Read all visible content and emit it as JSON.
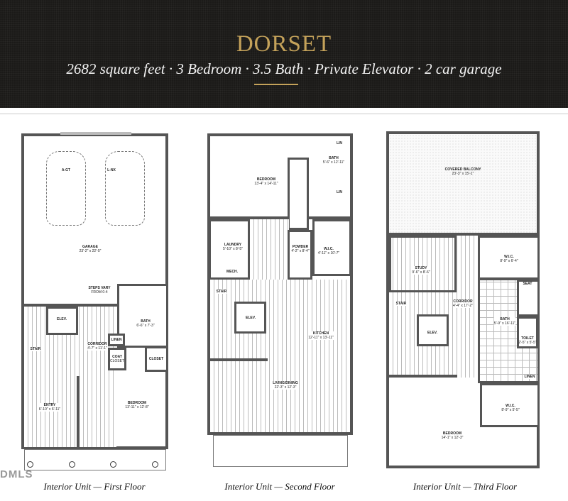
{
  "header": {
    "title": "DORSET",
    "subtitle": "2682 square feet · 3 Bedroom · 3.5 Bath · Private Elevator · 2 car garage",
    "accent_color": "#c4a25a",
    "background_color": "#1b1a18"
  },
  "watermark": {
    "text": "DMLS"
  },
  "floors": [
    {
      "caption": "Interior Unit — First Floor",
      "rooms": [
        {
          "name": "A-GT",
          "dims": ""
        },
        {
          "name": "L-NX",
          "dims": ""
        },
        {
          "name": "GARAGE",
          "dims": "23'-2\" x 22'-5\""
        },
        {
          "name": "STEPS VARY",
          "dims": "FROM 0-4"
        },
        {
          "name": "ELEV.",
          "dims": ""
        },
        {
          "name": "BATH",
          "dims": "6'-6\" x 7'-3\""
        },
        {
          "name": "LINEN",
          "dims": ""
        },
        {
          "name": "CORRIDOR",
          "dims": "4'-7\" x 11'-1\""
        },
        {
          "name": "STAIR",
          "dims": ""
        },
        {
          "name": "COAT",
          "dims": "CLOSET"
        },
        {
          "name": "CLOSET",
          "dims": ""
        },
        {
          "name": "ENTRY",
          "dims": "6'-10\" x 6'-11\""
        },
        {
          "name": "BEDROOM",
          "dims": "13'-11\" x 12'-8\""
        }
      ]
    },
    {
      "caption": "Interior Unit — Second Floor",
      "rooms": [
        {
          "name": "LIN",
          "dims": ""
        },
        {
          "name": "BATH",
          "dims": "5'-6\" x 12'-11\""
        },
        {
          "name": "LIN",
          "dims": ""
        },
        {
          "name": "BEDROOM",
          "dims": "13'-4\" x 14'-11\""
        },
        {
          "name": "LAUNDRY",
          "dims": "5'-10\" x 8'-5\""
        },
        {
          "name": "MECH.",
          "dims": ""
        },
        {
          "name": "POWDER",
          "dims": "4'-2\" x 8'-4\""
        },
        {
          "name": "W.I.C.",
          "dims": "4'-11\" x 10'-7\""
        },
        {
          "name": "STAIR",
          "dims": ""
        },
        {
          "name": "ELEV.",
          "dims": ""
        },
        {
          "name": "KITCHEN",
          "dims": "12'-11\" x 13'-11\""
        },
        {
          "name": "LIVING/DINING",
          "dims": "22'-3\" x 12'-3\""
        }
      ]
    },
    {
      "caption": "Interior Unit — Third Floor",
      "rooms": [
        {
          "name": "COVERED BALCONY",
          "dims": "23'-3\" x 15'-1\""
        },
        {
          "name": "W.I.C.",
          "dims": "8'-9\" x 6'-4\""
        },
        {
          "name": "STUDY",
          "dims": "9'-6\" x 8'-6\""
        },
        {
          "name": "SEAT",
          "dims": ""
        },
        {
          "name": "STAIR",
          "dims": ""
        },
        {
          "name": "CORRIDOR",
          "dims": "4'-4\" x 17'-2\""
        },
        {
          "name": "BATH",
          "dims": "5'-9\" x 16'-11\""
        },
        {
          "name": "ELEV.",
          "dims": ""
        },
        {
          "name": "TOILET",
          "dims": "2'-5\" x 5'-5\""
        },
        {
          "name": "LINEN",
          "dims": ""
        },
        {
          "name": "W.I.C.",
          "dims": "8'-9\" x 5'-5\""
        },
        {
          "name": "BEDROOM",
          "dims": "14'-1\" x 12'-3\""
        }
      ]
    }
  ]
}
